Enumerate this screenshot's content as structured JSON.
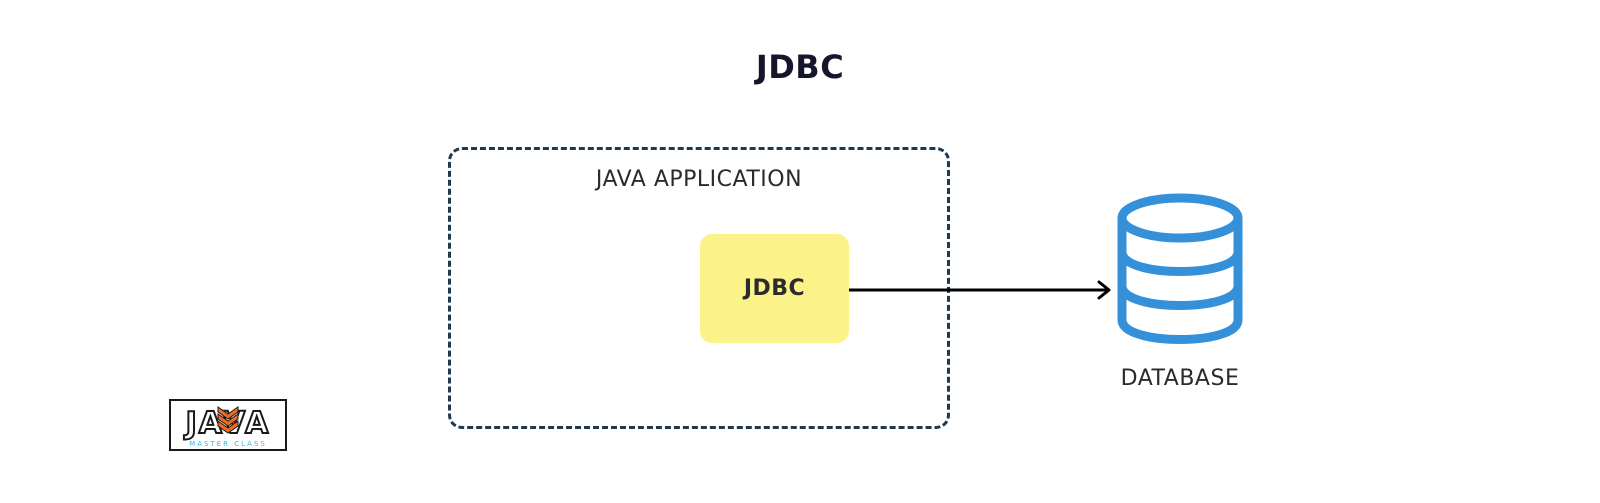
{
  "title": "JDBC",
  "app_container": {
    "label": "JAVA APPLICATION"
  },
  "jdbc_component": {
    "label": "JDBC",
    "color": "#fcf28a"
  },
  "database": {
    "label": "DATABASE",
    "icon": "database-icon",
    "color": "#3490d9"
  },
  "logo": {
    "text": "JAVA",
    "subtext": "MASTER CLASS",
    "icon": "java-master-class-logo",
    "accent": "#f26b1d",
    "sub_color": "#2ab8e8"
  },
  "colors": {
    "container_border": "#1f3a4f",
    "arrow": "#000000",
    "title": "#15152b"
  }
}
